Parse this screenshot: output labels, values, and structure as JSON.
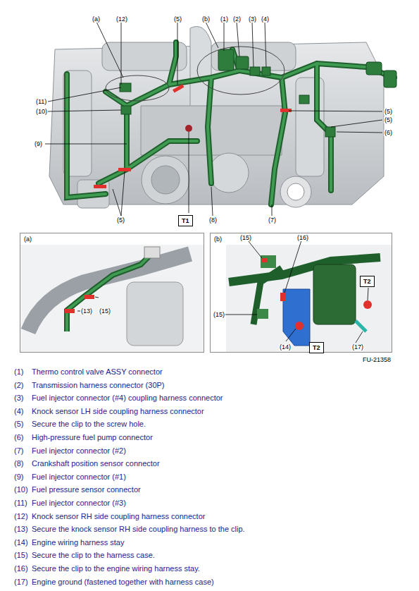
{
  "diagram": {
    "nodes": [
      {
        "text": [
          "(a)"
        ]
      },
      {
        "text": [
          "(b)"
        ]
      },
      {
        "text": [
          "T1"
        ]
      },
      {
        "text": [
          "T2"
        ],
        "in": 1
      },
      {
        "text": [
          "T2"
        ],
        "in": 1
      }
    ],
    "labels": [
      "(a)",
      "(12)",
      "(5)",
      "(b)",
      "(1)",
      "(2)",
      "(3)",
      "(4)",
      "(11)",
      "(10)",
      "(9)",
      "(5)",
      "(5)",
      "(6)",
      "(5)",
      "(8)",
      "(7)",
      "(15)",
      "(13)",
      "(15)",
      "(16)",
      "(15)",
      "(14)",
      "(17)",
      "FU-21358",
      "(1)",
      "Thermo control valve ASSY connector",
      "(2)",
      "Transmission harness connector (30P)",
      "(3)",
      "Fuel injector connector (#4) coupling harness connector",
      "(4)",
      "Knock sensor LH side coupling harness connector",
      "(5)",
      "Secure the clip to the screw hole.",
      "(6)",
      "High-pressure fuel pump connector",
      "(7)",
      "Fuel injector connector (#2)",
      "(8)",
      "Crankshaft position sensor connector",
      "(9)",
      "Fuel injector connector (#1)",
      "(10)",
      "Fuel pressure sensor connector",
      "(11)",
      "Fuel injector connector (#3)",
      "(12)",
      "Knock sensor RH side coupling harness connector",
      "(13)",
      "Secure the knock sensor RH side coupling harness to the clip.",
      "(14)",
      "Engine wiring harness stay",
      "(15)",
      "Secure the clip to the harness case.",
      "(16)",
      "Secure the clip to the engine wiring harness stay.",
      "(17)",
      "Engine ground (fastened together with harness case)"
    ]
  }
}
